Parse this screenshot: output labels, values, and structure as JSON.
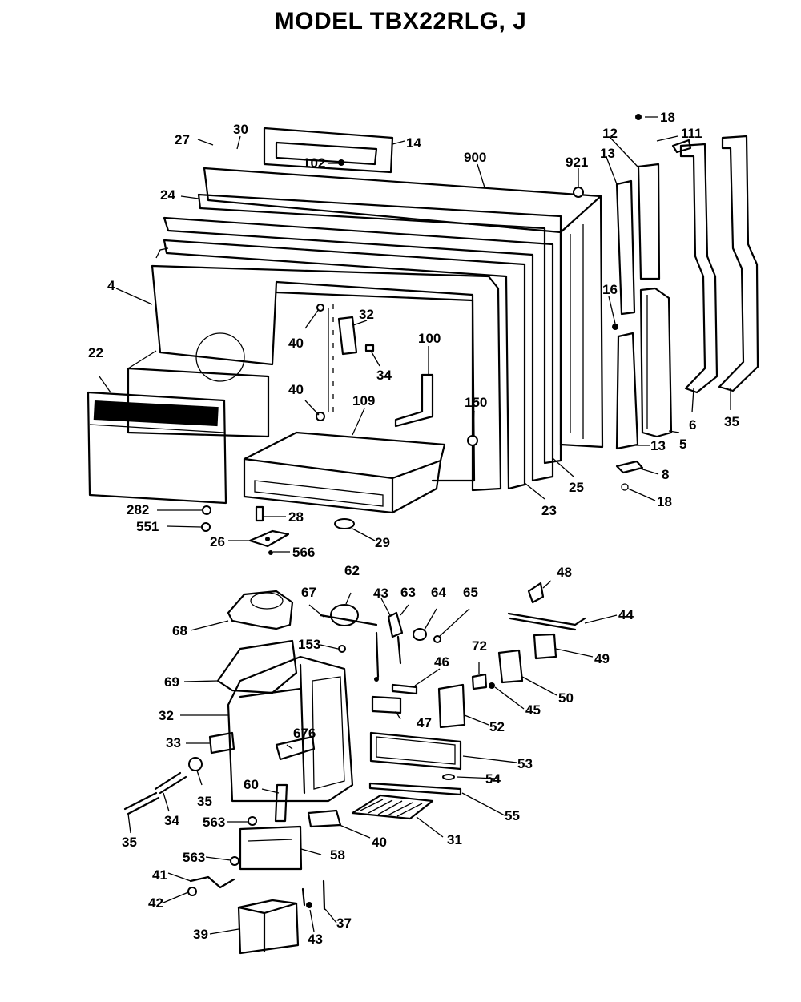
{
  "title": "MODEL TBX22RLG, J",
  "callouts": {
    "c18a": "18",
    "c111": "111",
    "c27": "27",
    "c30": "30",
    "c14": "14",
    "c102": "102",
    "c900": "900",
    "c921": "921",
    "c12": "12",
    "c13a": "13",
    "c24": "24",
    "c4": "4",
    "c16a": "16",
    "c22": "22",
    "c40a": "40",
    "c32a": "32",
    "c34a": "34",
    "c100": "100",
    "c40b": "40",
    "c109": "109",
    "c150": "150",
    "c13b": "13",
    "c5": "5",
    "c6": "6",
    "c35a": "35",
    "c8": "8",
    "c18b": "18",
    "c25": "25",
    "c23": "23",
    "c282": "282",
    "c551": "551",
    "c28": "28",
    "c26": "26",
    "c566": "566",
    "c29": "29",
    "c62": "62",
    "c67": "67",
    "c43a": "43",
    "c63": "63",
    "c64": "64",
    "c65": "65",
    "c48": "48",
    "c44": "44",
    "c68": "68",
    "c153": "153",
    "c49": "49",
    "c46": "46",
    "c72": "72",
    "c69": "69",
    "c50": "50",
    "c45": "45",
    "c32b": "32",
    "c47": "47",
    "c52": "52",
    "c33": "33",
    "c676": "676",
    "c53": "53",
    "c35b": "35",
    "c60": "60",
    "c54": "54",
    "c55": "55",
    "c34b": "34",
    "c35c": "35",
    "c563a": "563",
    "c40c": "40",
    "c31": "31",
    "c563b": "563",
    "c58": "58",
    "c41": "41",
    "c42": "42",
    "c37": "37",
    "c39": "39",
    "c43b": "43"
  }
}
